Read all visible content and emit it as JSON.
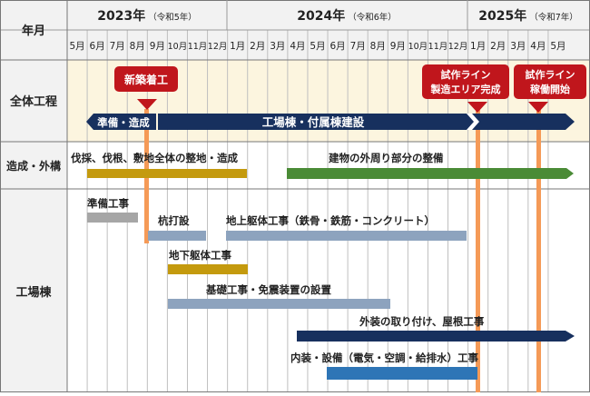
{
  "header": {
    "corner_label": "年月",
    "years": [
      {
        "year": "2023年",
        "era": "（令和5年）"
      },
      {
        "year": "2024年",
        "era": "（令和6年）"
      },
      {
        "year": "2025年",
        "era": "（令和7年）"
      }
    ],
    "months": [
      "5月",
      "6月",
      "7月",
      "8月",
      "9月",
      "10月",
      "11月",
      "12月",
      "1月",
      "2月",
      "3月",
      "4月",
      "5月",
      "6月",
      "7月",
      "8月",
      "9月",
      "10月",
      "11月",
      "12月",
      "1月",
      "2月",
      "3月",
      "4月",
      "5月"
    ]
  },
  "rows": {
    "overall": "全体工程",
    "site": "造成・外構",
    "factory": "工場棟"
  },
  "milestones": [
    {
      "label": "新築着工",
      "line1": "新築着工",
      "line2": "",
      "month": 4
    },
    {
      "label": "試作ライン製造エリア完成",
      "line1": "試作ライン",
      "line2": "製造エリア完成",
      "month": 20
    },
    {
      "label": "試作ライン稼働開始",
      "line1": "試作ライン",
      "line2": "稼働開始",
      "month": 23
    }
  ],
  "tasks": {
    "overall_prep": "準備・造成",
    "overall_build": "工場棟・付属棟建設",
    "site_clearing": "伐採、伐根、敷地全体の整地・造成",
    "site_exterior": "建物の外周り部分の整備",
    "f_prep": "準備工事",
    "f_pile": "杭打設",
    "f_under": "地下躯体工事",
    "f_upper": "地上躯体工事（鉄骨・鉄筋・コンクリート）",
    "f_found": "基礎工事・免震装置の設置",
    "f_exterior": "外装の取り付け、屋根工事",
    "f_interior": "内装・設備（電気・空調・給排水）工事"
  },
  "colors": {
    "navy": "#17305e",
    "gold": "#c49a0e",
    "green": "#4a8b36",
    "gray": "#a6a6a6",
    "steel": "#8da3be",
    "blue": "#2e75b6",
    "milestone_red": "#c0161c",
    "milestone_line": "#f59a57",
    "overall_bg": "#fcf5df",
    "header_bg": "#f2f2f2",
    "grid": "#bfbfbf"
  }
}
